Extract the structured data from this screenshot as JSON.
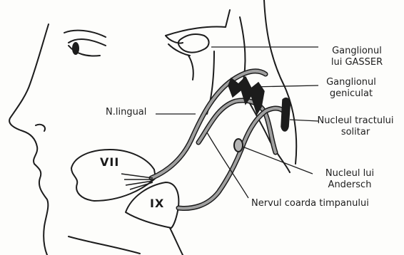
{
  "labels": {
    "gasser_line1": "Ganglionul",
    "gasser_line2": "lui GASSER",
    "geniculat_line1": "Ganglionul",
    "geniculat_line2": "geniculat",
    "nucleul_tractului_line1": "Nucleul tractului",
    "nucleul_tractului_line2": "solitar",
    "n_lingual": "N.lingual",
    "andersch_line1": "Nucleul lui",
    "andersch_line2": "Andersch",
    "coarda": "Nervul coarda timpanului",
    "vii": "VII",
    "ix": "IX"
  },
  "colors": {
    "ink": "#1c1c1c",
    "nerve_fill": "#9a9a9a",
    "background": "#fdfdfb"
  }
}
